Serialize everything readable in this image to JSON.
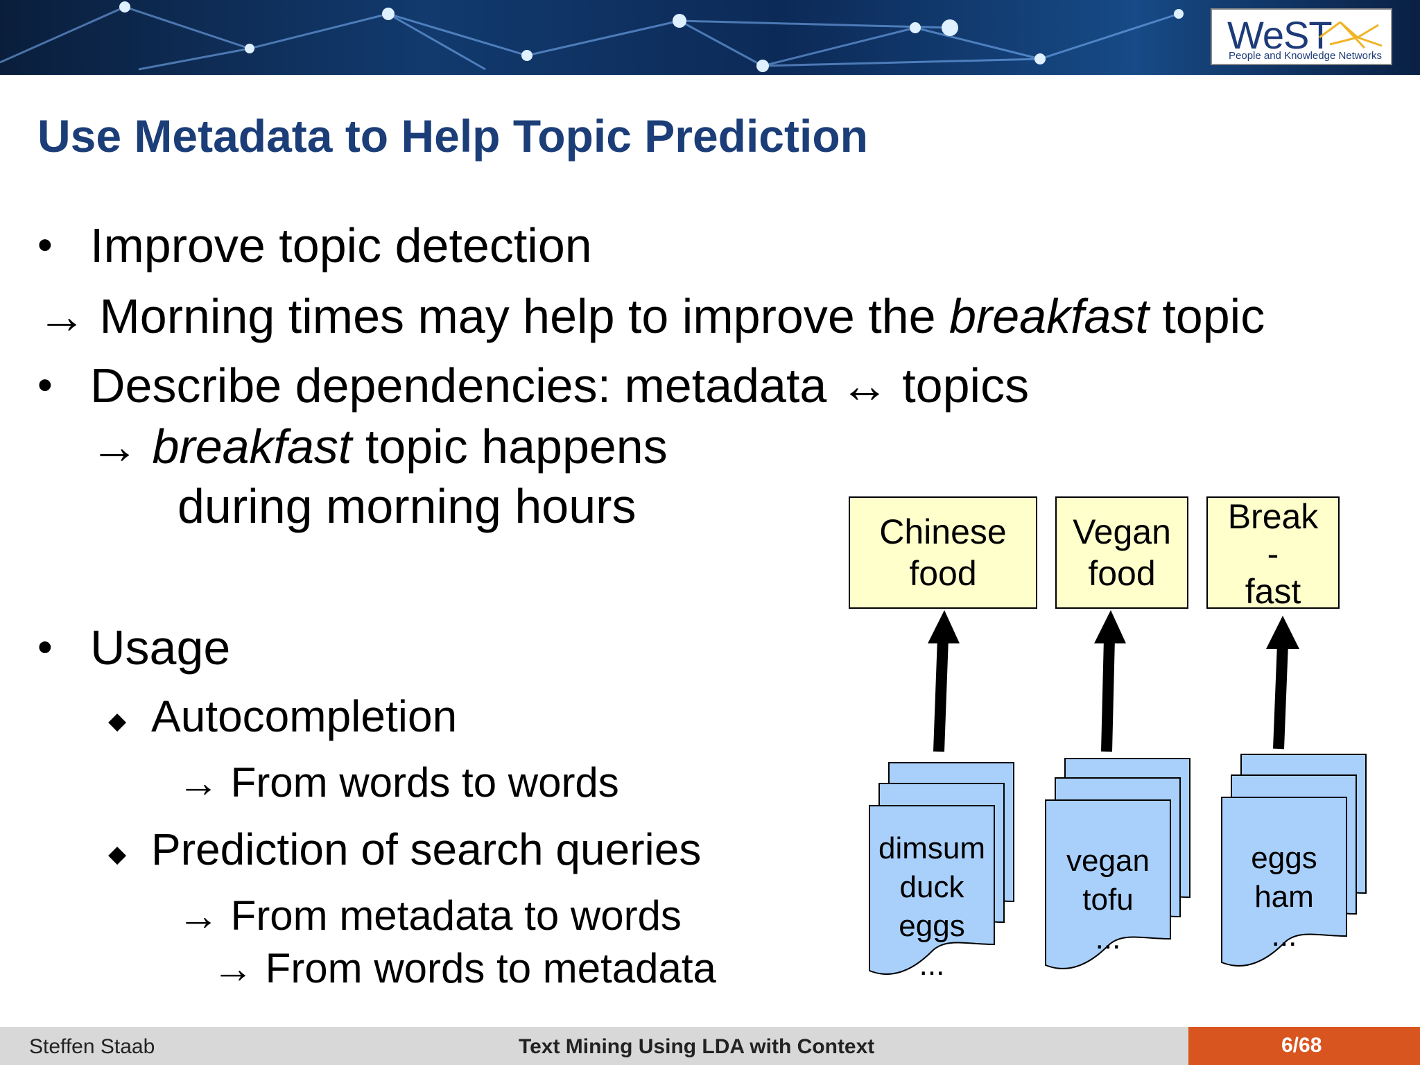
{
  "logo": {
    "name": "WeST",
    "tagline": "People and Knowledge Networks"
  },
  "title": "Use Metadata to Help Topic Prediction",
  "bullets": {
    "b1": "Improve topic detection",
    "b1_arrow_pre": "→ Morning times may help to improve the ",
    "b1_arrow_em": "breakfast",
    "b1_arrow_post": " topic",
    "b2": "Describe dependencies: metadata ↔ topics",
    "b2_arrow_pre": "→ ",
    "b2_arrow_em": "breakfast",
    "b2_arrow_post": " topic happens",
    "b2_arrow_cont": "during morning hours",
    "b3": "Usage",
    "s1": "Autocompletion",
    "s1_arrow": "→ From words to words",
    "s2": "Prediction of search queries",
    "s2_arrow1": "→ From metadata to words",
    "s2_arrow2": "→ From words to metadata"
  },
  "markers": {
    "bullet": "•",
    "diamond": "◆"
  },
  "diagram": {
    "topics": [
      {
        "label": "Chinese\nfood"
      },
      {
        "label": "Vegan\nfood"
      },
      {
        "label": "Break\n-\nfast"
      }
    ],
    "documents": [
      {
        "words": "dimsum\nduck\neggs\n..."
      },
      {
        "words": "vegan\ntofu\n..."
      },
      {
        "words": "eggs\nham\n..."
      }
    ],
    "colors": {
      "topic_fill": "#ffffcc",
      "doc_fill": "#a9d0fb",
      "arrow": "#000000"
    }
  },
  "footer": {
    "author": "Steffen Staab",
    "title": "Text Mining Using LDA with Context",
    "page": "6/68",
    "accent": "#d9551f"
  }
}
